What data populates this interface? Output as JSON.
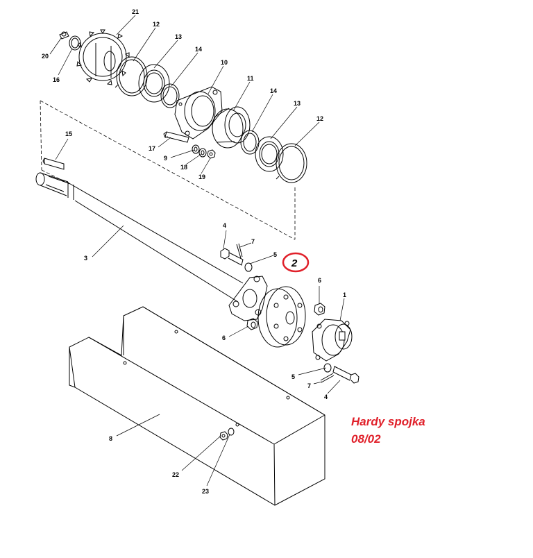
{
  "labels": {
    "p1": "1",
    "p2": "2",
    "p3": "3",
    "p4a": "4",
    "p4b": "4",
    "p5a": "5",
    "p5b": "5",
    "p6a": "6",
    "p6b": "6",
    "p7a": "7",
    "p7b": "7",
    "p8": "8",
    "p9": "9",
    "p10": "10",
    "p11": "11",
    "p12a": "12",
    "p12b": "12",
    "p13a": "13",
    "p13b": "13",
    "p14a": "14",
    "p14b": "14",
    "p15": "15",
    "p16": "16",
    "p17": "17",
    "p18": "18",
    "p19": "19",
    "p20": "20",
    "p21": "21",
    "p22": "22",
    "p23": "23"
  },
  "annotation": {
    "line1": "Hardy spojka",
    "line2": "08/02",
    "color": "#e0202a"
  }
}
